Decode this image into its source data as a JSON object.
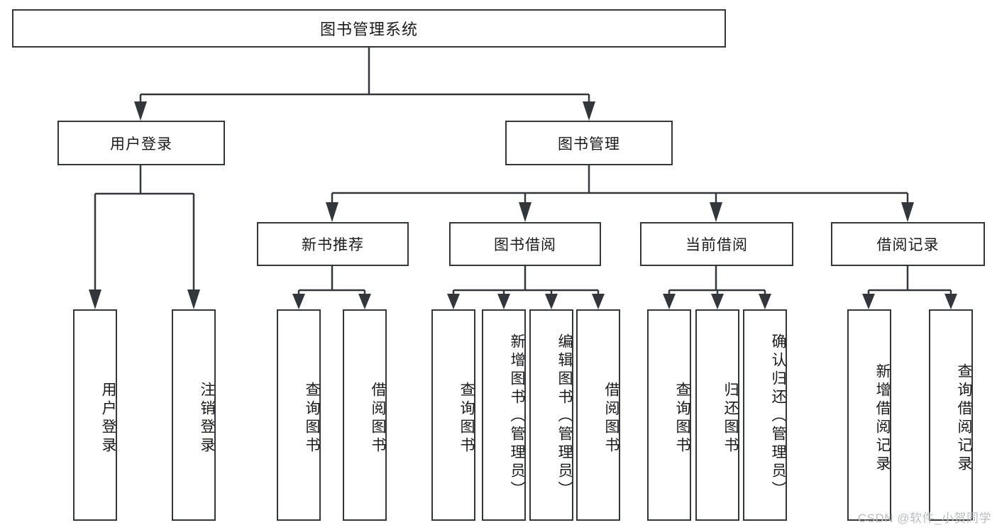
{
  "diagram": {
    "title": "图书管理系统",
    "type": "tree-hierarchy",
    "root": {
      "label": "图书管理系统"
    },
    "level2": [
      {
        "label": "用户登录"
      },
      {
        "label": "图书管理"
      }
    ],
    "level3": [
      {
        "label": "新书推荐"
      },
      {
        "label": "图书借阅"
      },
      {
        "label": "当前借阅"
      },
      {
        "label": "借阅记录"
      }
    ],
    "leaves": {
      "user_login": [
        {
          "label": "用户登录"
        },
        {
          "label": "注销登录"
        }
      ],
      "new_book_recommend": [
        {
          "label": "查询图书"
        },
        {
          "label": "借阅图书"
        }
      ],
      "book_borrow": [
        {
          "label": "查询图书"
        },
        {
          "label": "新增图书（管理员）"
        },
        {
          "label": "编辑图书（管理员）"
        },
        {
          "label": "借阅图书"
        }
      ],
      "current_borrow": [
        {
          "label": "查询图书"
        },
        {
          "label": "归还图书"
        },
        {
          "label": "确认归还（管理员）"
        }
      ],
      "borrow_record": [
        {
          "label": "新增借阅记录"
        },
        {
          "label": "查询借阅记录"
        }
      ]
    }
  },
  "watermark": {
    "text": "CSDN @软件_小贺同学"
  },
  "colors": {
    "stroke": "#33373b",
    "background": "#ffffff",
    "text": "#1a1a1a",
    "watermark": "#b9bcc0"
  }
}
